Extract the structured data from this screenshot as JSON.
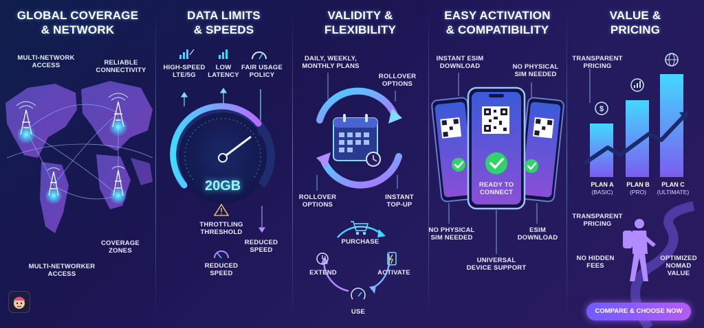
{
  "panels": {
    "global": {
      "title_line1": "GLOBAL COVERAGE",
      "title_line2": "& NETWORK",
      "labels": {
        "multi_network_1": "MULTI-NETWORK",
        "multi_network_2": "ACCESS",
        "reliable_1": "RELIABLE",
        "reliable_2": "CONNECTIVITY",
        "coverage_1": "COVERAGE",
        "coverage_2": "ZONES",
        "multinetworker_1": "MULTI-NETWORKER",
        "multinetworker_2": "ACCESS"
      }
    },
    "data": {
      "title_line1": "DATA LIMITS",
      "title_line2": "& SPEEDS",
      "gauge_value": "20GB",
      "labels": {
        "highspeed_1": "HIGH-SPEED",
        "highspeed_2": "LTE/5G",
        "latency_1": "LOW",
        "latency_2": "LATENCY",
        "fair_1": "FAIR USAGE",
        "fair_2": "POLICY",
        "throttle_1": "THROTTLING",
        "throttle_2": "THRESHOLD",
        "reduced_right_1": "REDUCED",
        "reduced_right_2": "SPEED",
        "reduced_bottom_1": "REDUCED",
        "reduced_bottom_2": "SPEED"
      }
    },
    "validity": {
      "title_line1": "VALIDITY &",
      "title_line2": "FLEXIBILITY",
      "labels": {
        "plans_1": "DAILY, WEEKLY,",
        "plans_2": "MONTHLY PLANS",
        "rollover_top_1": "ROLLOVER",
        "rollover_top_2": "OPTIONS",
        "rollover_left_1": "ROLLOVER",
        "rollover_left_2": "OPTIONS",
        "topup_1": "INSTANT",
        "topup_2": "TOP-UP"
      },
      "cycle": {
        "purchase": "PURCHASE",
        "activate": "ACTIVATE",
        "use": "USE",
        "extend": "EXTEND"
      }
    },
    "activation": {
      "title_line1": "EASY ACTIVATION",
      "title_line2": "& COMPATIBILITY",
      "labels": {
        "instant_esim_1": "INSTANT eSIM",
        "instant_esim_2": "DOWNLOAD",
        "no_sim_top_1": "NO PHYSICAL",
        "no_sim_top_2": "SIM NEEDED",
        "ready_1": "READY TO",
        "ready_2": "CONNECT",
        "no_sim_bottom_1": "NO PHYSICAL",
        "no_sim_bottom_2": "SIM NEEDED",
        "esim_dl_1": "eSIM",
        "esim_dl_2": "DOWNLOAD",
        "universal_1": "UNIVERSAL",
        "universal_2": "DEVICE SUPPORT"
      }
    },
    "pricing": {
      "title_line1": "VALUE &",
      "title_line2": "PRICING",
      "labels": {
        "transparent_top_1": "TRANSPARENT",
        "transparent_top_2": "PRICING",
        "transparent_mid_1": "TRANSPARENT",
        "transparent_mid_2": "PRICING",
        "hidden_1": "NO HIDDEN",
        "hidden_2": "FEES",
        "nomad_1": "OPTIMIZED",
        "nomad_2": "NOMAD",
        "nomad_3": "VALUE"
      },
      "plans": [
        {
          "name": "PLAN A",
          "tier": "(BASIC)"
        },
        {
          "name": "PLAN B",
          "tier": "(PRO)"
        },
        {
          "name": "PLAN C",
          "tier": "(ULTIMATE)"
        }
      ],
      "cta": "COMPARE & CHOOSE NOW"
    }
  },
  "colors": {
    "accent_cyan": "#43d8ff",
    "accent_purple": "#a86bff",
    "check_green": "#2fd36a",
    "background": "#1b1552"
  }
}
